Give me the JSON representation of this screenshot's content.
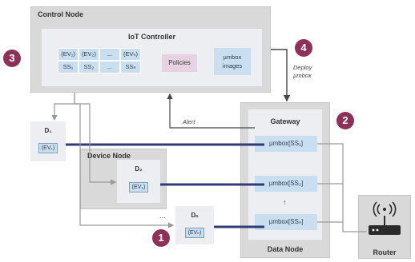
{
  "control_node": {
    "title": "Control Node",
    "controller_title": "IoT Controller",
    "table_row1": [
      "(EV₁)",
      "(EV₂)",
      "...",
      "(EVₙ)"
    ],
    "table_row2": [
      "SS₁",
      "SS₂",
      "...",
      "SSₙ"
    ],
    "policies": "Policies",
    "umbox_images": "µmbox images"
  },
  "badges": {
    "one": "1",
    "two": "2",
    "three": "3",
    "four": "4"
  },
  "labels": {
    "deploy": "Deploy µmbox",
    "alert": "Alert",
    "ellipsis_devices": "...",
    "ellipsis_umbox": "↑"
  },
  "devices": {
    "d1": {
      "name": "D₁",
      "ev": "(EV₁)"
    },
    "device_node_title": "Device Node",
    "d2": {
      "name": "D₂",
      "ev": "(EV₂)"
    },
    "dn": {
      "name": "Dₙ",
      "ev": "(EVₙ)"
    }
  },
  "data_node": {
    "title": "Data Node",
    "gateway": "Gateway",
    "umboxes": [
      "µmbox[SS₁]",
      "µmbox[SS₂]",
      "µmbox[SSₙ]"
    ]
  },
  "router": {
    "title": "Router"
  },
  "colors": {
    "badge": "#8e3158",
    "link": "#2f3b75",
    "node": "#d9d9d9",
    "panel": "#eceef1",
    "cell": "#c9dff0"
  }
}
